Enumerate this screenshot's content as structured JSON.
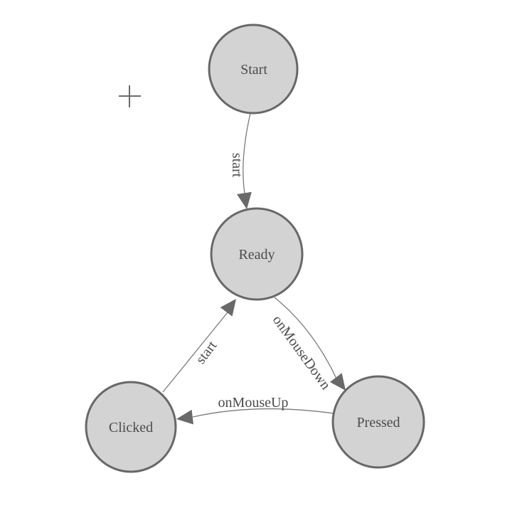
{
  "colors": {
    "background": "#ffffff",
    "node_fill": "#d3d3d3",
    "node_stroke": "#686868",
    "edge_stroke": "#7a7a7a",
    "arrow_fill": "#696969",
    "text_color": "#4c4c4c",
    "crosshair_color": "#6b6b6b"
  },
  "diagram": {
    "type": "state-machine",
    "nodes": [
      {
        "id": "start",
        "label": "Start"
      },
      {
        "id": "ready",
        "label": "Ready"
      },
      {
        "id": "clicked",
        "label": "Clicked"
      },
      {
        "id": "pressed",
        "label": "Pressed"
      }
    ],
    "edges": [
      {
        "from": "start",
        "to": "ready",
        "label": "start"
      },
      {
        "from": "ready",
        "to": "pressed",
        "label": "onMouseDown"
      },
      {
        "from": "pressed",
        "to": "clicked",
        "label": "onMouseUp"
      },
      {
        "from": "clicked",
        "to": "ready",
        "label": "start"
      }
    ],
    "crosshair": {
      "present": true
    }
  }
}
